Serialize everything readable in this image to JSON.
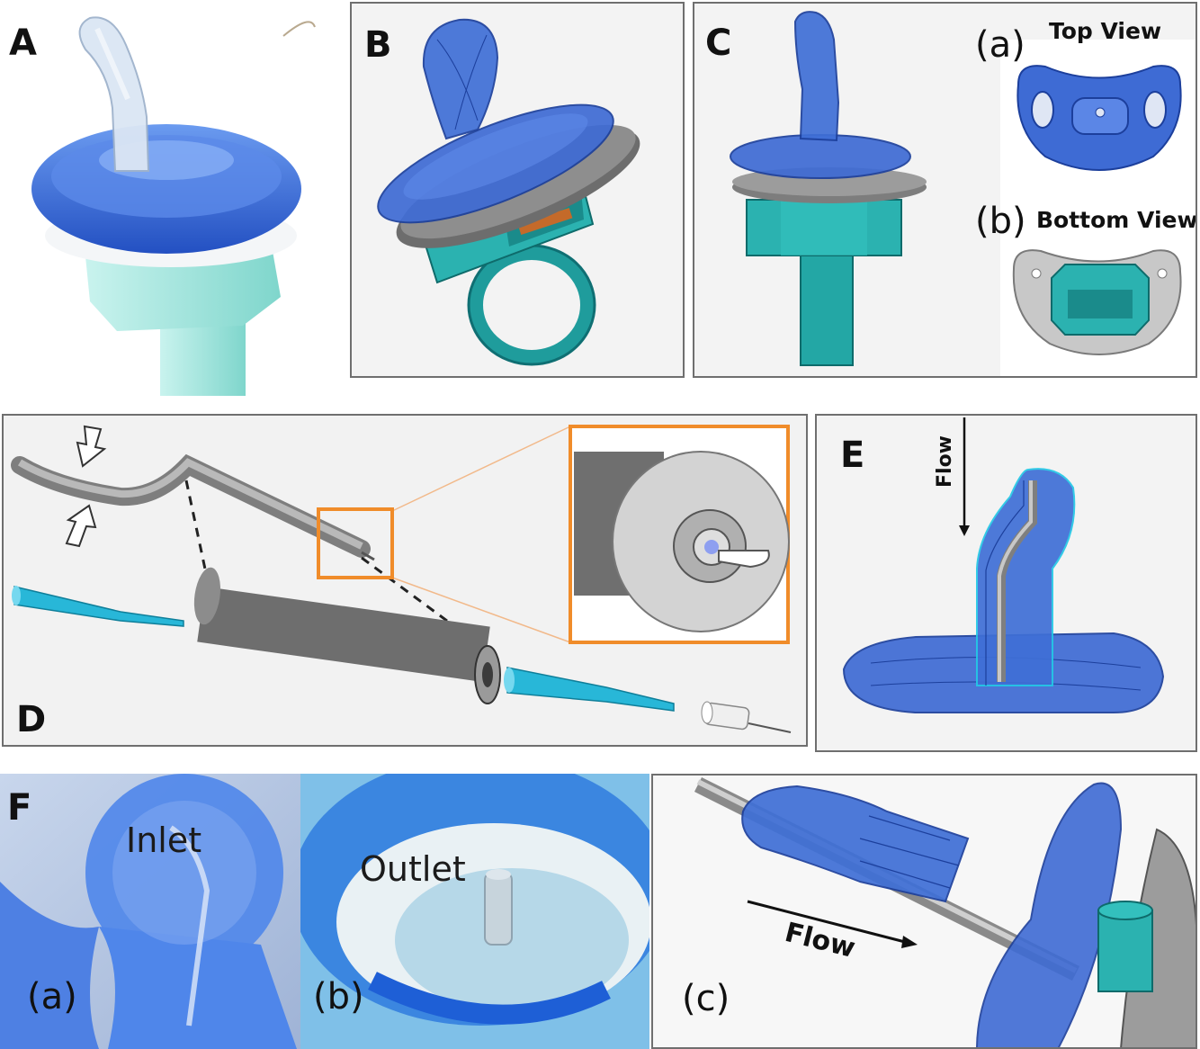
{
  "figure": {
    "panels": {
      "A": {
        "label": "A"
      },
      "B": {
        "label": "B"
      },
      "C": {
        "label": "C",
        "views": [
          {
            "sublabel": "(a)",
            "title": "Top View"
          },
          {
            "sublabel": "(b)",
            "title": "Bottom View"
          }
        ]
      },
      "D": {
        "label": "D"
      },
      "E": {
        "label": "E",
        "flow_label": "Flow"
      },
      "F": {
        "label": "F",
        "parts": [
          {
            "sublabel": "(a)",
            "callout": "Inlet"
          },
          {
            "sublabel": "(b)",
            "callout": "Outlet"
          },
          {
            "sublabel": "(c)",
            "flow_label": "Flow"
          }
        ]
      }
    },
    "colors": {
      "silicone_blue": "#3f6fd6",
      "frame_teal": "#2aa6a6",
      "print_mint": "#8fe0d8",
      "steel_gray": "#8c8c8c",
      "highlight_orange": "#f08c2a",
      "tip_cyan": "#28b7d8"
    }
  }
}
